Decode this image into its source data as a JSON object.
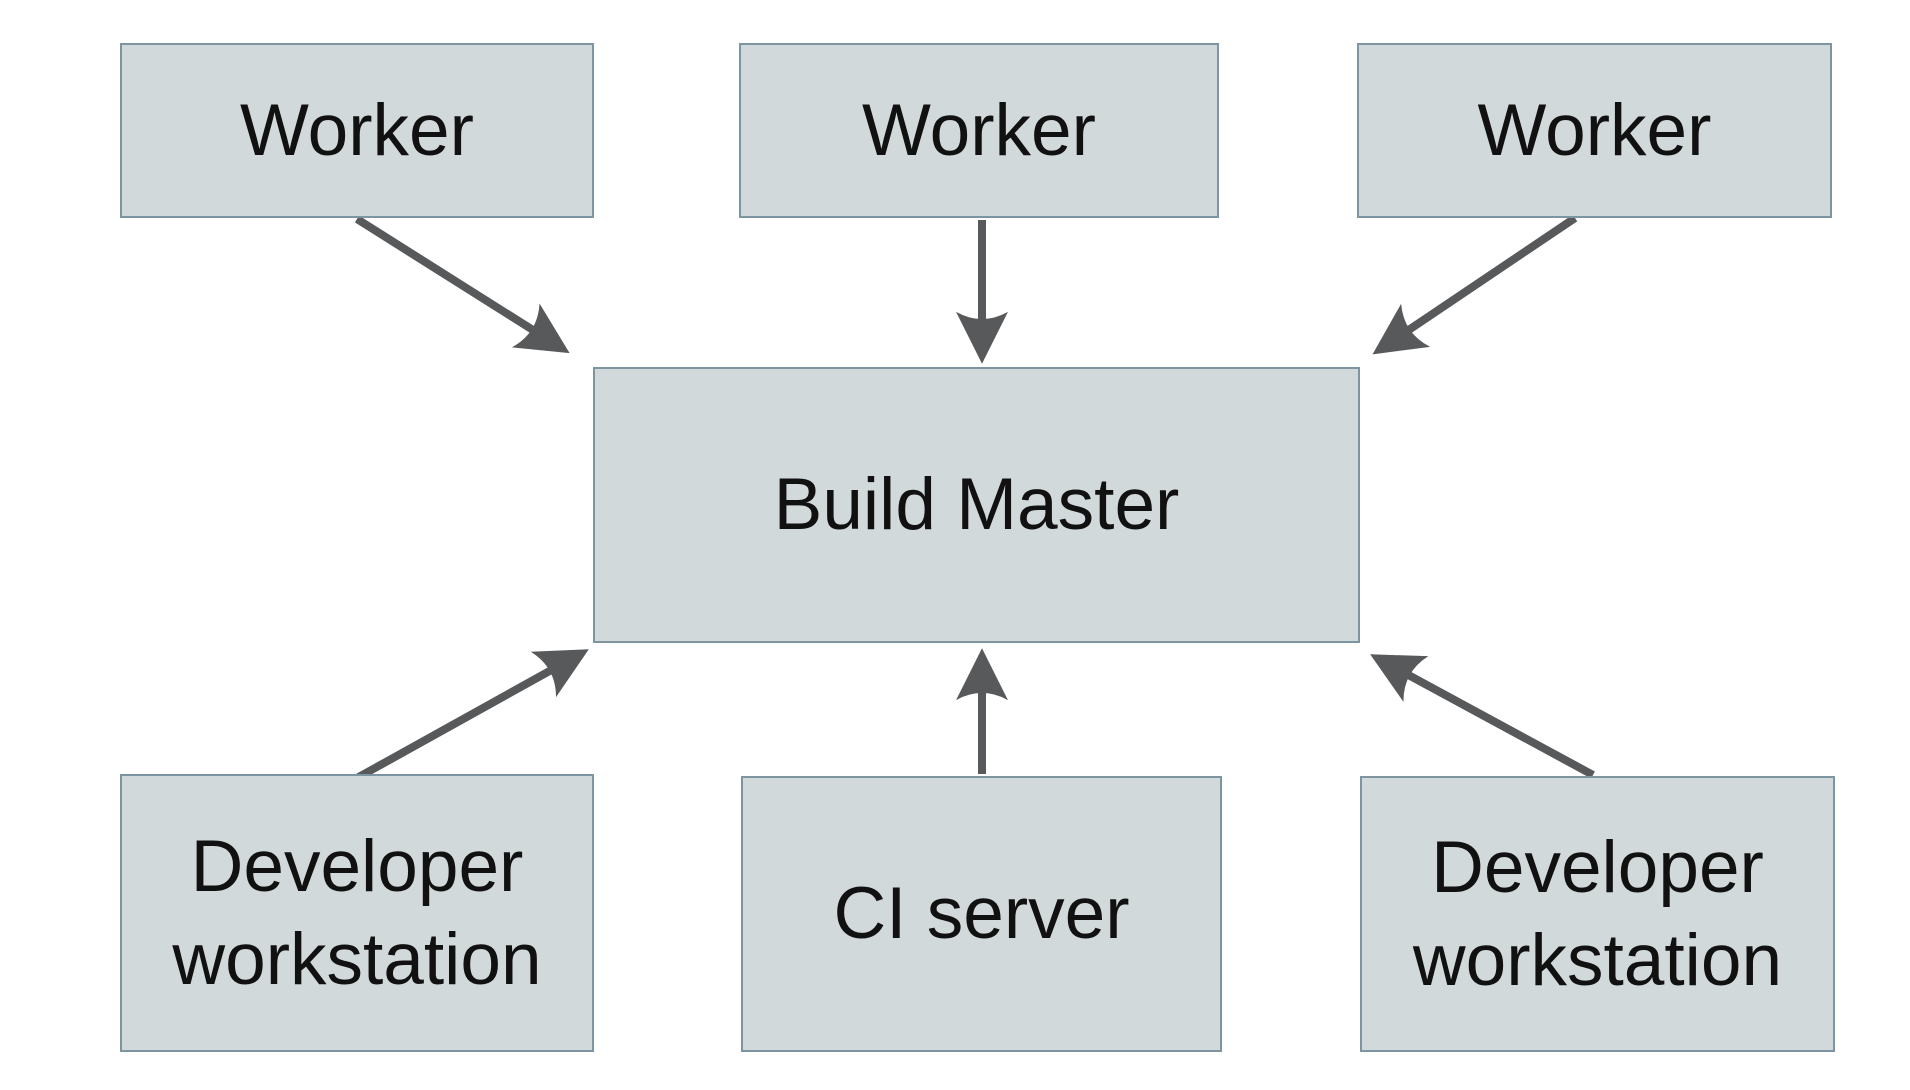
{
  "diagram": {
    "type": "architecture-diagram",
    "nodes": {
      "worker1": {
        "label": "Worker"
      },
      "worker2": {
        "label": "Worker"
      },
      "worker3": {
        "label": "Worker"
      },
      "build_master": {
        "label": "Build Master"
      },
      "dev_workstation_left": {
        "label": "Developer workstation"
      },
      "ci_server": {
        "label": "CI server"
      },
      "dev_workstation_right": {
        "label": "Developer workstation"
      }
    },
    "edges": [
      {
        "from": "Worker (left)",
        "to": "Build Master",
        "direction": "into-build-master"
      },
      {
        "from": "Worker (middle)",
        "to": "Build Master",
        "direction": "into-build-master"
      },
      {
        "from": "Worker (right)",
        "to": "Build Master",
        "direction": "into-build-master"
      },
      {
        "from": "Developer workstation (left)",
        "to": "Build Master",
        "direction": "into-build-master"
      },
      {
        "from": "CI server",
        "to": "Build Master",
        "direction": "into-build-master"
      },
      {
        "from": "Developer workstation (right)",
        "to": "Build Master",
        "direction": "into-build-master"
      }
    ],
    "colors": {
      "node_fill": "#d2d9db",
      "node_border": "#7d95a1",
      "arrow": "#58595b",
      "text": "#111111",
      "background": "#ffffff"
    }
  }
}
